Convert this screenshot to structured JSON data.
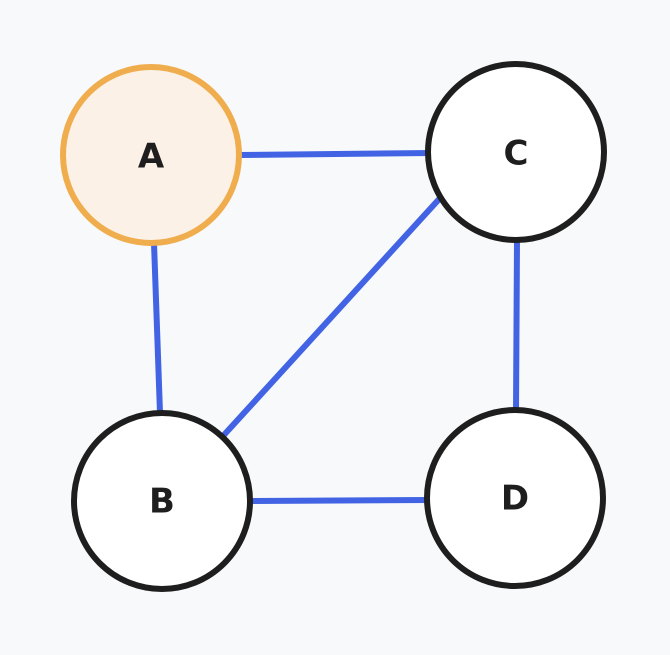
{
  "graph": {
    "nodes": [
      {
        "id": "A",
        "label": "A",
        "highlighted": true
      },
      {
        "id": "B",
        "label": "B",
        "highlighted": false
      },
      {
        "id": "C",
        "label": "C",
        "highlighted": false
      },
      {
        "id": "D",
        "label": "D",
        "highlighted": false
      }
    ],
    "edges": [
      {
        "from": "A",
        "to": "C"
      },
      {
        "from": "A",
        "to": "B"
      },
      {
        "from": "B",
        "to": "C"
      },
      {
        "from": "C",
        "to": "D"
      },
      {
        "from": "B",
        "to": "D"
      }
    ]
  },
  "colors": {
    "background": "#f8f9fb",
    "node_stroke": "#1e1e1e",
    "node_fill": "#ffffff",
    "highlight_stroke": "#f0ad4e",
    "highlight_fill": "#fbf1e7",
    "edge": "#4264e4",
    "label": "#1e1e1e"
  }
}
